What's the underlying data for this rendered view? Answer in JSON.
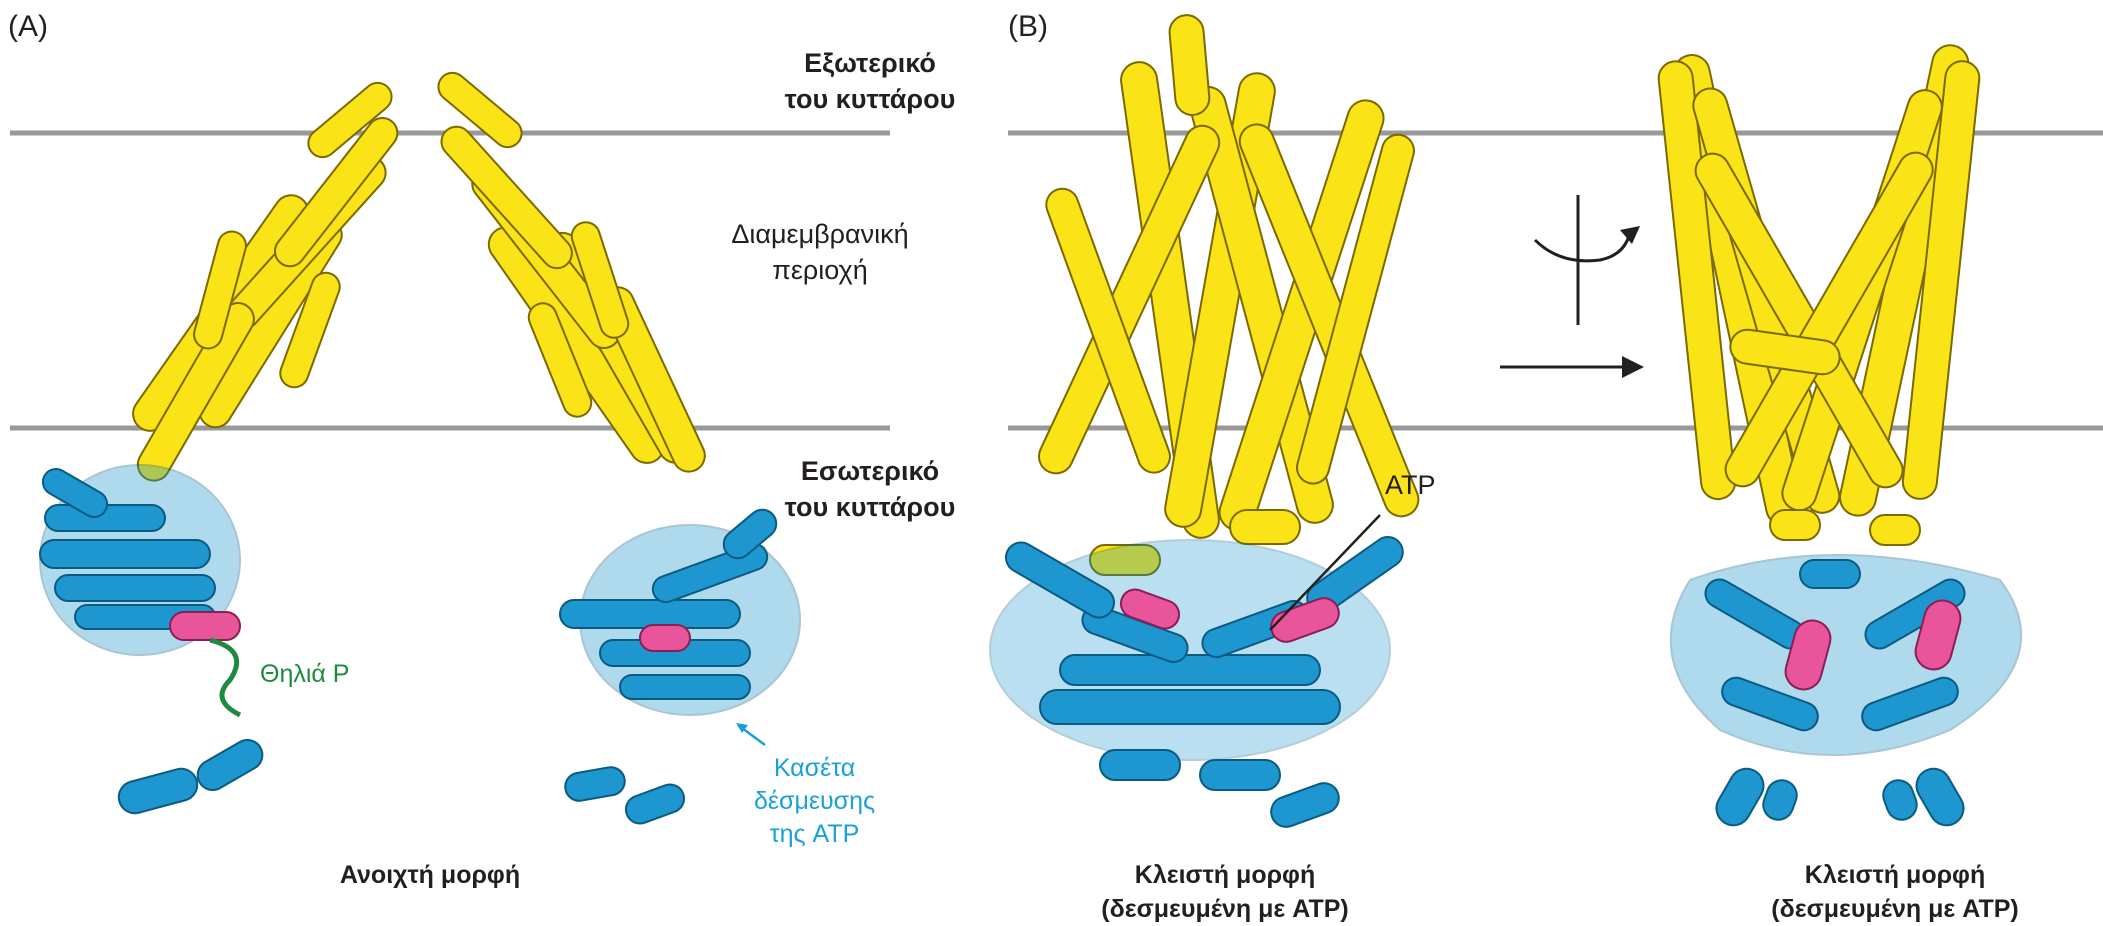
{
  "panels": [
    {
      "letter": "(A)",
      "caption": [
        "Ανοιχτή μορφή"
      ]
    },
    {
      "letter": "(B)",
      "caption": [
        "Κλειστή μορφή",
        "(δεσμευμένη με ATP)"
      ]
    },
    {
      "caption": [
        "Κλειστή μορφή",
        "(δεσμευμένη με ATP)"
      ]
    }
  ],
  "regions": {
    "outside": [
      "Εξωτερικό",
      "του κυττάρου"
    ],
    "membrane": [
      "Διαμεμβρανική",
      "περιοχή"
    ],
    "inside": [
      "Εσωτερικό",
      "του κυττάρου"
    ]
  },
  "annotations": {
    "p_loop": "Θηλιά P",
    "cassette": [
      "Κασέτα",
      "δέσμευσης",
      "της ATP"
    ],
    "atp": "ATP"
  },
  "colors": {
    "helix_yellow": "#fae316",
    "helix_outline": "#7a6a00",
    "nbd_blue": "#1e96cf",
    "pink": "#e8559a",
    "ploop_green": "#1f8a3d",
    "cassette_label": "#1aa0d8",
    "membrane_line": "#999999",
    "text": "#231f20"
  }
}
